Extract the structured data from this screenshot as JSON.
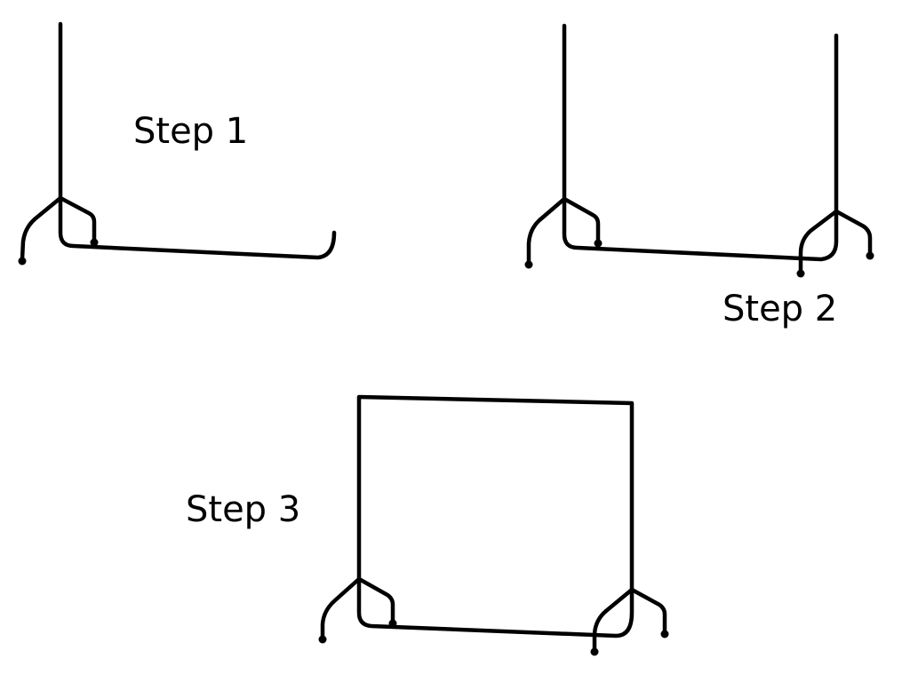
{
  "steps": [
    {
      "label": "Step 1"
    },
    {
      "label": "Step 2"
    },
    {
      "label": "Step 3"
    }
  ],
  "colors": {
    "background": "#ffffff",
    "frame": "#000000",
    "text": "#000000"
  },
  "icons": [
    "garment-rail-stage-1",
    "garment-rail-stage-2",
    "garment-rail-stage-3"
  ]
}
